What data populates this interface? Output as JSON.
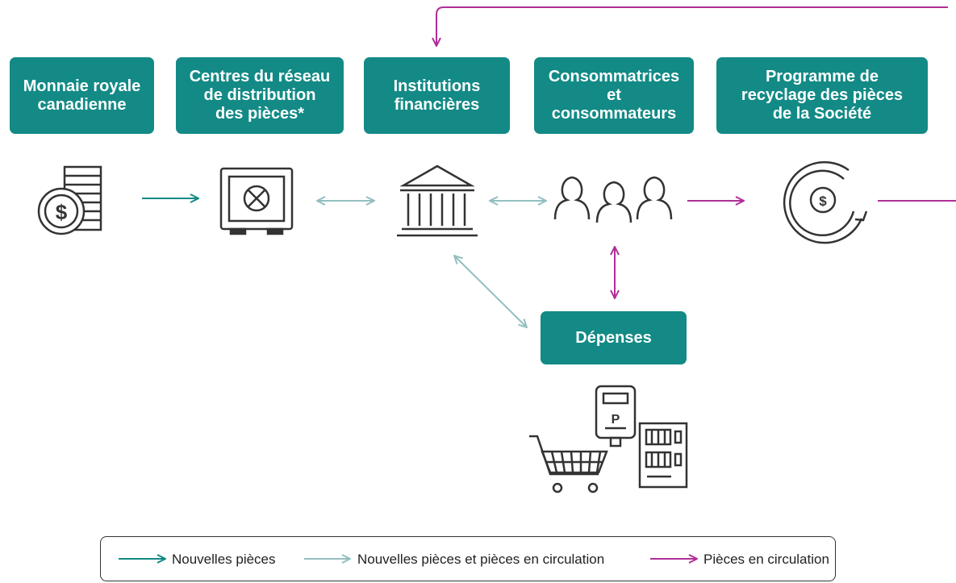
{
  "colors": {
    "teal": "#138a86",
    "light_teal": "#94bfc0",
    "magenta": "#b02e98",
    "icon": "#333333"
  },
  "stages": [
    {
      "id": "mint",
      "label": "Monnaie royale\ncanadienne",
      "icon": "coin-stack-icon"
    },
    {
      "id": "distribution",
      "label": "Centres du réseau\nde distribution\ndes pièces*",
      "icon": "vault-icon"
    },
    {
      "id": "institutions",
      "label": "Institutions\nfinancières",
      "icon": "bank-icon"
    },
    {
      "id": "consumers",
      "label": "Consommatrices\net\nconsommateurs",
      "icon": "people-icon"
    },
    {
      "id": "recycling",
      "label": "Programme de\nrecyclage des pièces\nde la Société",
      "icon": "recycle-coin-icon"
    },
    {
      "id": "spending",
      "label": "Dépenses",
      "icon": "cart-parking-vending-icon"
    }
  ],
  "flows": [
    {
      "from": "mint",
      "to": "distribution",
      "type": "new"
    },
    {
      "from": "distribution",
      "to": "institutions",
      "type": "new_and_circulating",
      "bidirectional": true
    },
    {
      "from": "institutions",
      "to": "consumers",
      "type": "new_and_circulating",
      "bidirectional": true
    },
    {
      "from": "institutions",
      "to": "spending",
      "type": "new_and_circulating",
      "bidirectional": true
    },
    {
      "from": "consumers",
      "to": "recycling",
      "type": "circulating"
    },
    {
      "from": "consumers",
      "to": "spending",
      "type": "circulating",
      "bidirectional": true
    },
    {
      "from": "recycling",
      "to": "institutions",
      "type": "circulating"
    }
  ],
  "legend": {
    "new": "Nouvelles pièces",
    "new_and_circulating": "Nouvelles pièces et pièces en circulation",
    "circulating": "Pièces en circulation"
  }
}
